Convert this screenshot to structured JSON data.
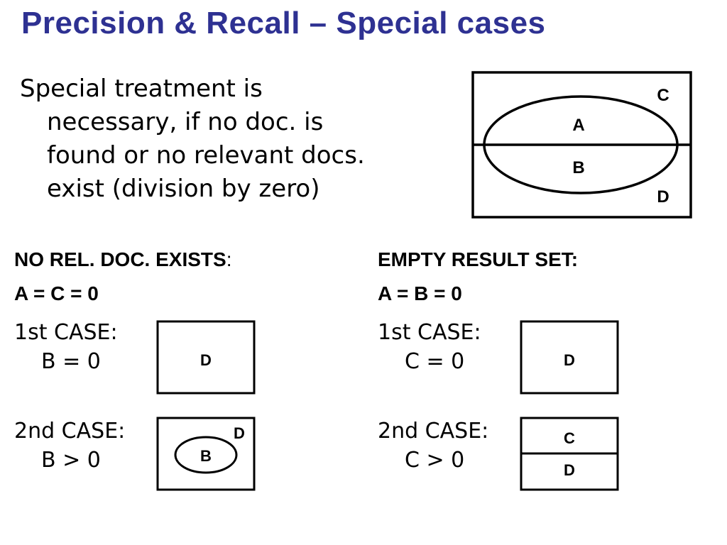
{
  "title": "Precision & Recall – Special cases",
  "intro": {
    "line1": "Special treatment is",
    "line2": "necessary, if no doc. is",
    "line3": "found or no relevant docs.",
    "line4": "exist (division by zero)"
  },
  "main_diagram": {
    "label_a": "A",
    "label_b": "B",
    "label_c": "C",
    "label_d": "D"
  },
  "left": {
    "heading": "NO REL. DOC. EXISTS",
    "heading_suffix": ":",
    "condition": "A = C = 0",
    "case1": {
      "name": "1st CASE:",
      "condition": "B = 0",
      "diagram_label": "D"
    },
    "case2": {
      "name": "2nd CASE:",
      "condition": "B > 0",
      "diagram_label_outer": "D",
      "diagram_label_inner": "B"
    }
  },
  "right": {
    "heading": "EMPTY RESULT SET:",
    "condition": "A = B = 0",
    "case1": {
      "name": "1st CASE:",
      "condition": "C = 0",
      "diagram_label": "D"
    },
    "case2": {
      "name": "2nd CASE:",
      "condition": "C > 0",
      "diagram_label_top": "C",
      "diagram_label_bottom": "D"
    }
  }
}
